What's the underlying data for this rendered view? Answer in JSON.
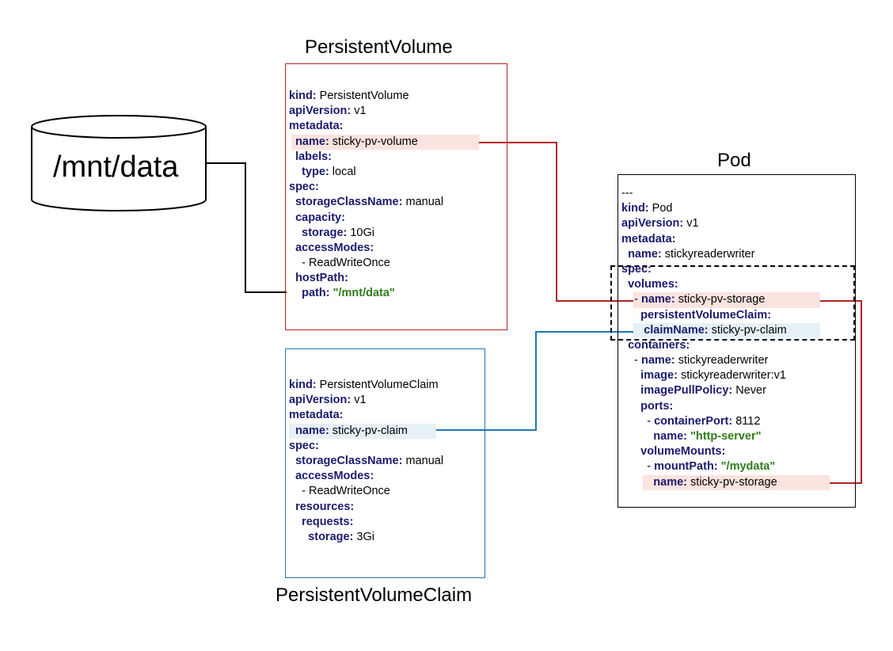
{
  "titles": {
    "pv": "PersistentVolume",
    "pvc": "PersistentVolumeClaim",
    "pod": "Pod"
  },
  "storage": {
    "label": "/mnt/data"
  },
  "colors": {
    "pv_border": "#b22222",
    "pvc_border": "#1f77b4",
    "red_link": "#b22222",
    "blue_link": "#1f77b4"
  },
  "pv": {
    "lines": [
      {
        "k": "kind:",
        "v": " PersistentVolume",
        "indent": ""
      },
      {
        "k": "apiVersion:",
        "v": " v1",
        "indent": ""
      },
      {
        "k": "metadata:",
        "v": "",
        "indent": ""
      },
      {
        "k": "name:",
        "v": " sticky-pv-volume",
        "indent": "  "
      },
      {
        "k": "labels:",
        "v": "",
        "indent": "  "
      },
      {
        "k": "type:",
        "v": " local",
        "indent": "    "
      },
      {
        "k": "spec:",
        "v": "",
        "indent": ""
      },
      {
        "k": "storageClassName:",
        "v": " manual",
        "indent": "  "
      },
      {
        "k": "capacity:",
        "v": "",
        "indent": "  "
      },
      {
        "k": "storage:",
        "v": " 10Gi",
        "indent": "    "
      },
      {
        "k": "accessModes:",
        "v": "",
        "indent": "  "
      },
      {
        "k": "",
        "v": "- ReadWriteOnce",
        "indent": "    "
      },
      {
        "k": "hostPath:",
        "v": "",
        "indent": "  "
      },
      {
        "k": "path:",
        "s": " \"/mnt/data\"",
        "indent": "    "
      }
    ]
  },
  "pvc": {
    "lines": [
      {
        "k": "kind:",
        "v": " PersistentVolumeClaim",
        "indent": ""
      },
      {
        "k": "apiVersion:",
        "v": " v1",
        "indent": ""
      },
      {
        "k": "metadata:",
        "v": "",
        "indent": ""
      },
      {
        "k": "name:",
        "v": " sticky-pv-claim",
        "indent": "  "
      },
      {
        "k": "spec:",
        "v": "",
        "indent": ""
      },
      {
        "k": "storageClassName:",
        "v": " manual",
        "indent": "  "
      },
      {
        "k": "accessModes:",
        "v": "",
        "indent": "  "
      },
      {
        "k": "",
        "v": "- ReadWriteOnce",
        "indent": "    "
      },
      {
        "k": "resources:",
        "v": "",
        "indent": "  "
      },
      {
        "k": "requests:",
        "v": "",
        "indent": "    "
      },
      {
        "k": "storage:",
        "v": " 3Gi",
        "indent": "      "
      }
    ]
  },
  "pod": {
    "lines": [
      {
        "k": "",
        "v": "---",
        "indent": ""
      },
      {
        "k": "kind:",
        "v": " Pod",
        "indent": ""
      },
      {
        "k": "apiVersion:",
        "v": " v1",
        "indent": ""
      },
      {
        "k": "metadata:",
        "v": "",
        "indent": ""
      },
      {
        "k": "name:",
        "v": " stickyreaderwriter",
        "indent": "  "
      },
      {
        "k": "spec:",
        "v": "",
        "indent": ""
      },
      {
        "k": "volumes:",
        "v": "",
        "indent": "  "
      },
      {
        "p": "- ",
        "k": "name:",
        "v": " sticky-pv-storage",
        "indent": "    "
      },
      {
        "k": "persistentVolumeClaim:",
        "v": "",
        "indent": "      "
      },
      {
        "k": "claimName:",
        "v": " sticky-pv-claim",
        "indent": "       "
      },
      {
        "k": "containers:",
        "v": "",
        "indent": "  "
      },
      {
        "p": "- ",
        "k": "name:",
        "v": " stickyreaderwriter",
        "indent": "    "
      },
      {
        "k": "image:",
        "v": " stickyreaderwriter:v1",
        "indent": "      "
      },
      {
        "k": "imagePullPolicy:",
        "v": " Never",
        "indent": "      "
      },
      {
        "k": "ports:",
        "v": "",
        "indent": "      "
      },
      {
        "p": "- ",
        "k": "containerPort:",
        "v": " 8112",
        "indent": "        "
      },
      {
        "k": "name:",
        "s": " \"http-server\"",
        "indent": "          "
      },
      {
        "k": "volumeMounts:",
        "v": "",
        "indent": "      "
      },
      {
        "p": "- ",
        "k": "mountPath:",
        "s": " \"/mydata\"",
        "indent": "        "
      },
      {
        "k": "name:",
        "v": " sticky-pv-storage",
        "indent": "          "
      }
    ]
  }
}
